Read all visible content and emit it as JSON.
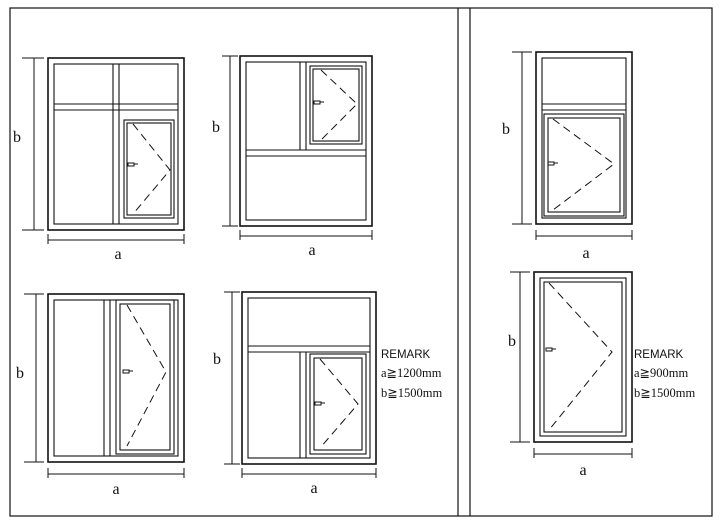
{
  "dimension_labels": {
    "width": "a",
    "height": "b"
  },
  "remarks": [
    {
      "title": "REMARK",
      "lines": [
        "a≧1200mm",
        "b≧1500mm"
      ]
    },
    {
      "title": "REMARK",
      "lines": [
        "a≧900mm",
        "b≧1500mm"
      ]
    }
  ]
}
